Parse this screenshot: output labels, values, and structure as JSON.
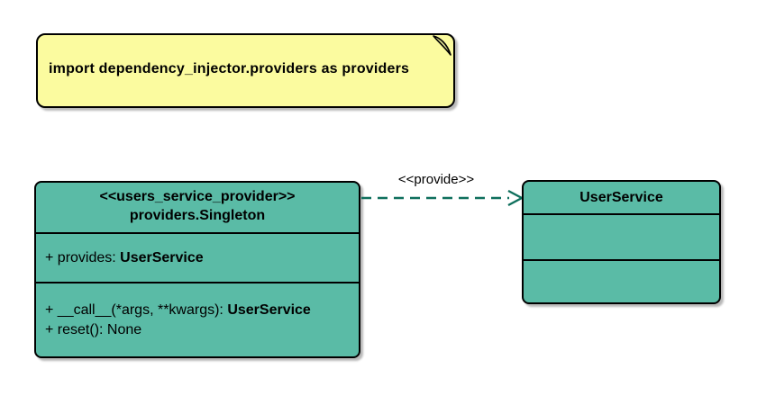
{
  "diagram": {
    "background_color": "#FFFFFF",
    "colors": {
      "class_fill": "#5ABBA6",
      "note_fill": "#FBFB9F",
      "note_fold_fill": "#DADC8F",
      "border": "#000000",
      "arrow": "#0E6F5C",
      "text": "#000000"
    },
    "note": {
      "text": "import dependency_injector.providers as providers"
    },
    "provider_class": {
      "stereotype": "<<users_service_provider>>",
      "name": "providers.Singleton",
      "attributes": [
        {
          "prefix": "+ provides: ",
          "type": "UserService"
        }
      ],
      "methods": [
        {
          "prefix": "+ __call__(*args, **kwargs): ",
          "type": "UserService"
        },
        {
          "prefix": "+ reset(): None",
          "type": ""
        }
      ]
    },
    "service_class": {
      "name": "UserService"
    },
    "relation": {
      "label": "<<provide>>"
    }
  }
}
